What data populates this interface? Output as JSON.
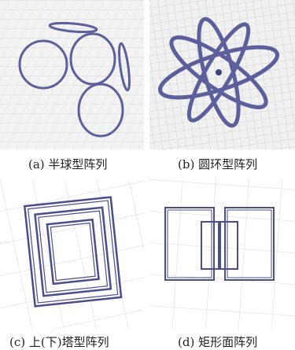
{
  "figure": {
    "panels": [
      {
        "id": "a",
        "caption": "(a) 半球型阵列"
      },
      {
        "id": "b",
        "caption": "(b) 圆环型阵列"
      },
      {
        "id": "c",
        "caption": "(c) 上(下)塔型阵列"
      },
      {
        "id": "d",
        "caption": "(d) 矩形面阵列"
      }
    ],
    "colors": {
      "coil": "#5b5f9c",
      "coil_dark": "#3f427a",
      "grid_bg": "#f2f2f2",
      "grid_line": "#d9d9d9"
    }
  }
}
